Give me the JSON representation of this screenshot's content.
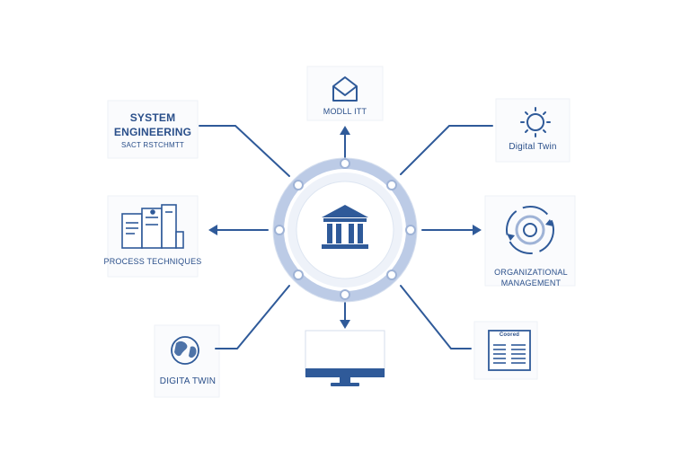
{
  "nodes": {
    "system_engineering": {
      "title_line1": "SYSTEM",
      "title_line2": "ENGINEERING",
      "subtitle": "SACT RSTCHMTT"
    },
    "model_top": {
      "label": "MODLL ITT"
    },
    "digital_twin_right": {
      "label": "Digital Twin"
    },
    "process_techniques": {
      "label": "PROCESS TECHNIQUES"
    },
    "organizational_management": {
      "label_line1": "ORGANIZATIONAL",
      "label_line2": "MANAGEMENT"
    },
    "digital_twin_left": {
      "label": "DIGITA TWIN"
    },
    "document": {
      "header": "Coored"
    }
  },
  "icons": {
    "center": "bank-icon",
    "top": "envelope-icon",
    "top_right": "sun-icon",
    "left": "documents-icon",
    "right": "cycle-icon",
    "bottom_left": "globe-icon",
    "bottom": "monitor-icon",
    "bottom_right": "report-icon"
  },
  "colors": {
    "primary": "#2f5a99",
    "ring": "#bccbe6",
    "ring_light": "#e7edf7"
  }
}
